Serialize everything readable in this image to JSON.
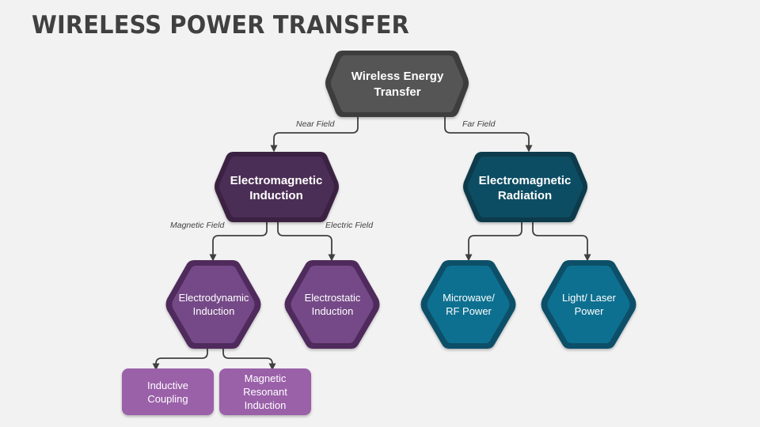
{
  "title": "WIRELESS POWER TRANSFER",
  "colors": {
    "background": "#f2f2f2",
    "root_fill": "#555555",
    "root_border": "#3d3d3d",
    "induction_fill": "#4b2d55",
    "induction_border": "#3b2043",
    "radiation_fill": "#0b4d63",
    "radiation_border": "#073a4b",
    "purple_mid_fill": "#744a87",
    "purple_mid_border": "#4f2a5c",
    "teal_mid_fill": "#0e7090",
    "teal_mid_border": "#0a4f67",
    "leaf_fill": "#9a61a8",
    "connector": "#404040"
  },
  "nodes": {
    "root": {
      "lines": [
        "Wireless Energy",
        "Transfer"
      ]
    },
    "induction": {
      "lines": [
        "Electromagnetic",
        "Induction"
      ]
    },
    "radiation": {
      "lines": [
        "Electromagnetic",
        "Radiation"
      ]
    },
    "electrodynamic": {
      "lines": [
        "Electrodynamic",
        "Induction"
      ]
    },
    "electrostatic": {
      "lines": [
        "Electrostatic",
        "Induction"
      ]
    },
    "microwave": {
      "lines": [
        "Microwave/",
        "RF Power"
      ]
    },
    "light_laser": {
      "lines": [
        "Light/ Laser",
        "Power"
      ]
    },
    "inductive_coupling": {
      "lines": [
        "Inductive",
        "Coupling"
      ]
    },
    "magnetic_resonant": {
      "lines": [
        "Magnetic",
        "Resonant",
        "Induction"
      ]
    }
  },
  "edges": {
    "near_field": "Near Field",
    "far_field": "Far Field",
    "magnetic_field": "Magnetic Field",
    "electric_field": "Electric Field"
  }
}
